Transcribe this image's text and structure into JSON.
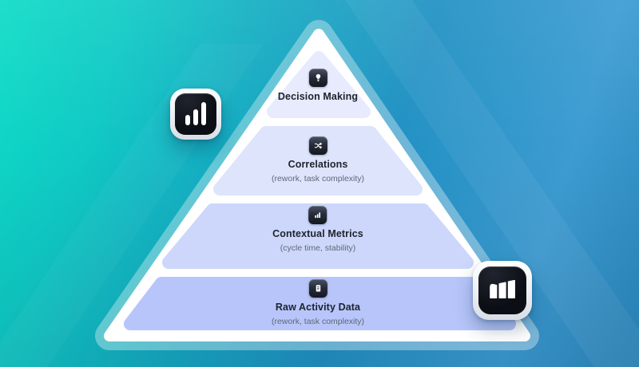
{
  "palette": {
    "background_teal": "#0edcc6",
    "background_blue": "#2b88bd",
    "pyramid_white": "#ffffff",
    "pyramid_glow": "#ffffff57",
    "title_color": "#20242f",
    "subtitle_color": "#5f6878",
    "badge_black": "#0b0e14",
    "badge_ring": "#e9edf2"
  },
  "pyramid": {
    "levels": [
      {
        "title": "Decision Making",
        "subtitle": "",
        "icon": "lightbulb-icon",
        "fill": "#e7ebfd"
      },
      {
        "title": "Correlations",
        "subtitle": "(rework, task complexity)",
        "icon": "shuffle-icon",
        "fill": "#dde4fc"
      },
      {
        "title": "Contextual Metrics",
        "subtitle": "(cycle time, stability)",
        "icon": "bar-chart-icon",
        "fill": "#ccd7fb"
      },
      {
        "title": "Raw Activity Data",
        "subtitle": "(rework, task complexity)",
        "icon": "document-icon",
        "fill": "#b7c5fa"
      }
    ]
  },
  "badges": {
    "left": {
      "icon": "bar-chart-icon"
    },
    "right": {
      "icon": "brand-logo-icon"
    }
  }
}
